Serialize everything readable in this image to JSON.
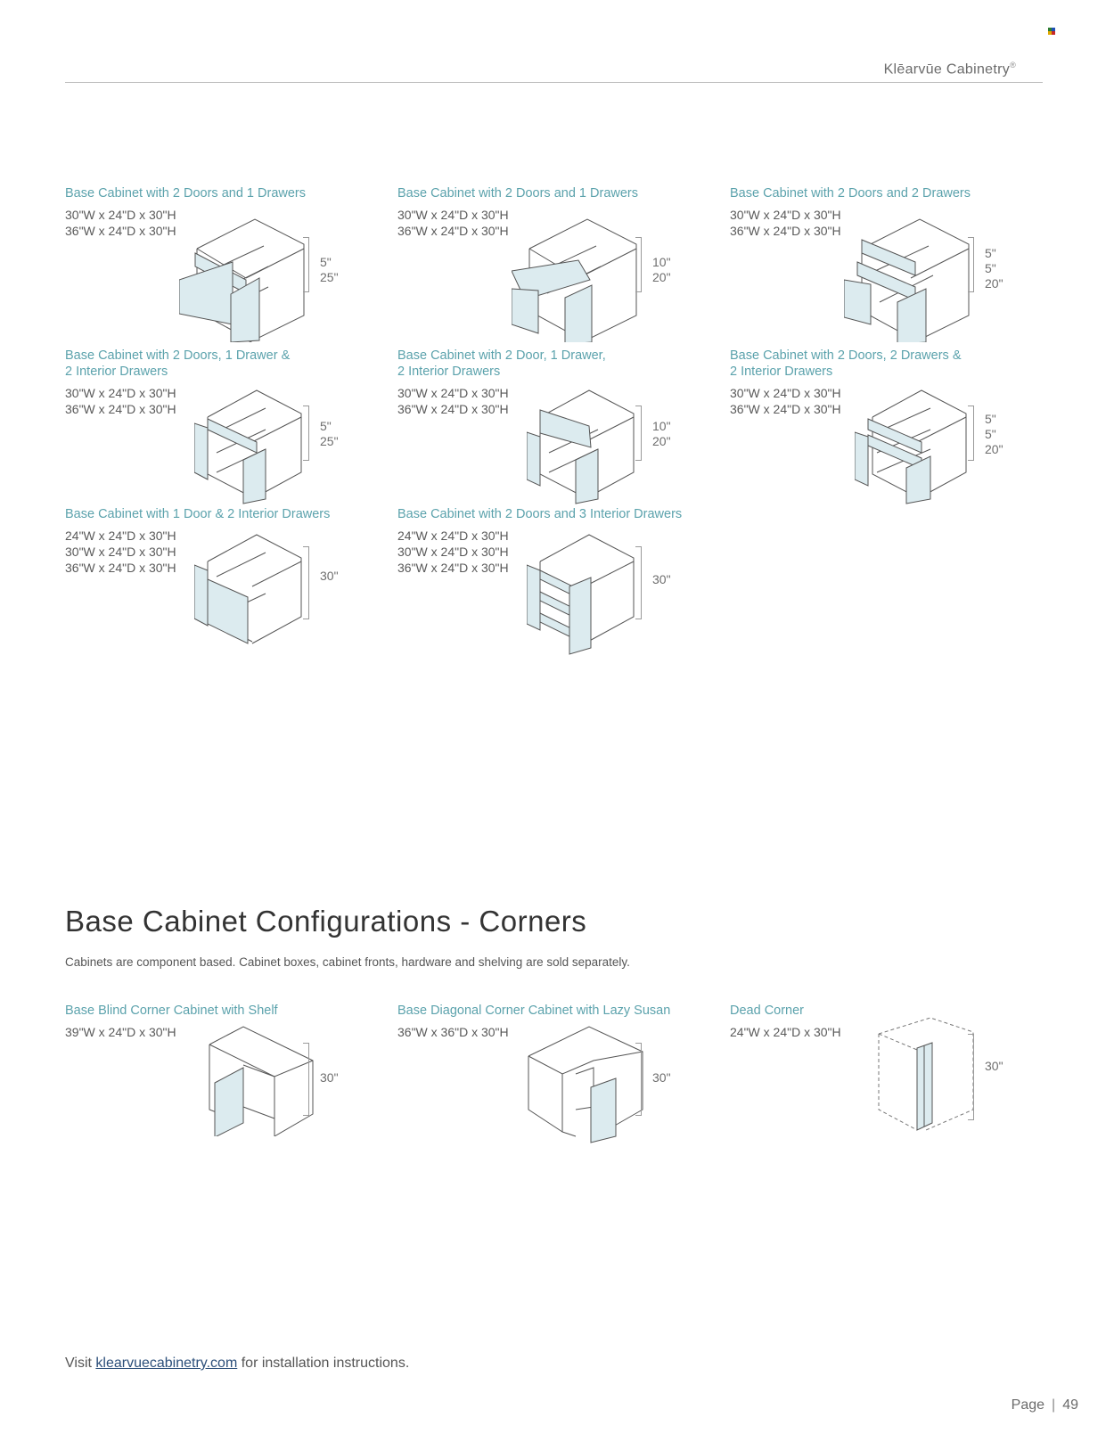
{
  "header": {
    "brand": "Klēarvūe Cabinetry",
    "reg_mark": "®"
  },
  "items": [
    {
      "title": "Base Cabinet with 2 Doors and 1 Drawers",
      "dims": [
        "30\"W x 24\"D x 30\"H",
        "36\"W x 24\"D x 30\"H"
      ],
      "measures": [
        "5\"",
        "25\""
      ]
    },
    {
      "title": "Base Cabinet with 2 Doors and 1 Drawers",
      "dims": [
        "30\"W x 24\"D x 30\"H",
        "36\"W x 24\"D x 30\"H"
      ],
      "measures": [
        "10\"",
        "20\""
      ]
    },
    {
      "title": "Base Cabinet with 2 Doors and 2 Drawers",
      "dims": [
        "30\"W x 24\"D x 30\"H",
        "36\"W x 24\"D x 30\"H"
      ],
      "measures": [
        "5\"",
        "5\"",
        "20\""
      ]
    },
    {
      "title_lines": [
        "Base Cabinet with 2 Doors, 1 Drawer &",
        "2 Interior Drawers"
      ],
      "dims": [
        "30\"W x 24\"D x 30\"H",
        "36\"W x 24\"D x 30\"H"
      ],
      "measures": [
        "5\"",
        "25\""
      ]
    },
    {
      "title_lines": [
        "Base Cabinet with 2 Door, 1 Drawer,",
        "2 Interior Drawers"
      ],
      "dims": [
        "30\"W x 24\"D x 30\"H",
        "36\"W x 24\"D x 30\"H"
      ],
      "measures": [
        "10\"",
        "20\""
      ]
    },
    {
      "title_lines": [
        "Base Cabinet with 2 Doors, 2 Drawers &",
        "2 Interior Drawers"
      ],
      "dims": [
        "30\"W x 24\"D x 30\"H",
        "36\"W x 24\"D x 30\"H"
      ],
      "measures": [
        "5\"",
        "5\"",
        "20\""
      ]
    },
    {
      "title": "Base Cabinet with 1 Door & 2 Interior Drawers",
      "dims": [
        "24\"W x 24\"D x 30\"H",
        "30\"W x 24\"D x 30\"H",
        "36\"W x 24\"D x 30\"H"
      ],
      "measures": [
        "30\""
      ]
    },
    {
      "title": "Base Cabinet with 2 Doors and 3 Interior Drawers",
      "dims": [
        "24\"W x 24\"D x 30\"H",
        "30\"W x 24\"D x 30\"H",
        "36\"W x 24\"D x 30\"H"
      ],
      "measures": [
        "30\""
      ]
    }
  ],
  "section": {
    "heading": "Base Cabinet Configurations  -  Corners",
    "subtitle": "Cabinets are component based. Cabinet boxes, cabinet fronts, hardware and shelving are sold separately."
  },
  "corners": [
    {
      "title": "Base Blind Corner Cabinet with Shelf",
      "dims": [
        "39\"W x 24\"D x 30\"H"
      ],
      "measures": [
        "30\""
      ]
    },
    {
      "title": "Base Diagonal Corner Cabinet with Lazy Susan",
      "dims": [
        "36\"W x 36\"D x 30\"H"
      ],
      "measures": [
        "30\""
      ]
    },
    {
      "title": "Dead Corner",
      "dims": [
        "24\"W x 24\"D x 30\"H"
      ],
      "measures": [
        "30\""
      ]
    }
  ],
  "footer": {
    "prefix": "Visit",
    "link": "klearvuecabinetry.com",
    "suffix": "for installation instructions."
  },
  "page": {
    "label": "Page",
    "separator": "|",
    "number": "49"
  },
  "colors": {
    "accent": "#5ba2ac",
    "panel": "#dcebef",
    "line": "#555555"
  }
}
